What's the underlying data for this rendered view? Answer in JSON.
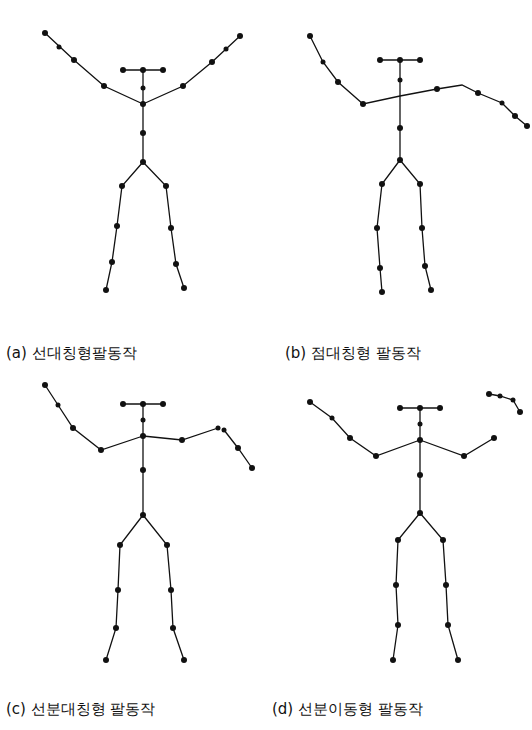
{
  "diagram": {
    "labels": [
      "(a) 선대칭형팔동작",
      "(b) 점대칭형 팔동작",
      "(c) 선분대칭형 팔동작",
      "(d) 선분이동형 팔동작"
    ]
  }
}
